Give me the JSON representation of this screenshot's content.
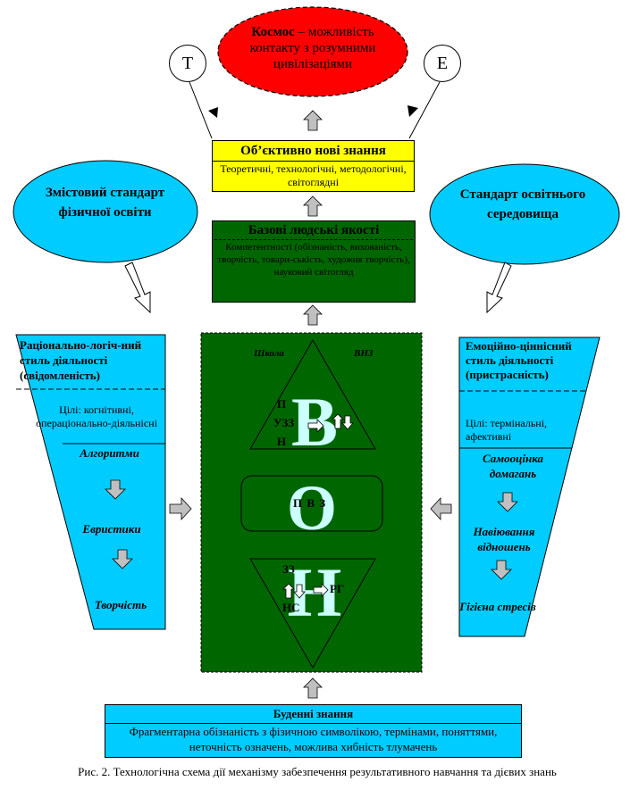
{
  "cosmos": {
    "bold": "Космос",
    "rest": " – можливість контакту з розумними цивілізаціями",
    "color": "#ff0000"
  },
  "left_circle": "Т",
  "right_circle": "Е",
  "objective": {
    "title": "Об’єктивно нові знання",
    "sub": "Теоретичні, технологічні, методологічні, світоглядні",
    "color": "#ffff00"
  },
  "basic": {
    "title": "Базові людські якості",
    "sub": "Компетентності (обізнаність, вихованість, творчість, товари-ськість, художня творчість), науковий світогляд",
    "color": "#006600"
  },
  "left_ellipse": "Змістовий стандарт фізичної освіти",
  "right_ellipse": "Стандарт освітнього середовища",
  "left_trap": {
    "title": "Раціонально-логіч-ний стиль діяльності (свідомленість)",
    "goals": "Цілі: когнітивні, операціонально-діяльнісні",
    "items": [
      "Алгоритми",
      "Евристики",
      "Творчість"
    ]
  },
  "right_trap": {
    "title": "Емоційно-ціннісний стиль діяльності (пристрасність)",
    "goals": "Цілі: термінальні, афективні",
    "items": [
      "Самооцінка домагань",
      "Навіювання відношень",
      "Гігієна стресів"
    ]
  },
  "center": {
    "school": "Школа",
    "vnz": "ВНЗ",
    "letter_top": "В",
    "letter_mid": "О",
    "letter_bot": "Н",
    "top_labels": {
      "p": "П",
      "uzz": "УЗЗ",
      "n": "Н"
    },
    "mid_label": "П В З",
    "bot_labels": {
      "zz": "ЗЗ",
      "rg": "РГ",
      "ns": "НС"
    },
    "bg": "#006600"
  },
  "everyday": {
    "title": "Буденні знання",
    "sub": "Фрагментарна обізнаність з фізичною символікою, термінами, поняттями, неточність означень, можлива хибність тлумачень",
    "color": "#00ccff"
  },
  "caption": "Рис. 2. Технологічна схема дії механізму забезпечення результативного навчання та дієвих знань",
  "colors": {
    "cyan": "#00ccff",
    "green": "#006600",
    "gray_arrow": "#c0c0c0",
    "letter": "#ccffff"
  }
}
